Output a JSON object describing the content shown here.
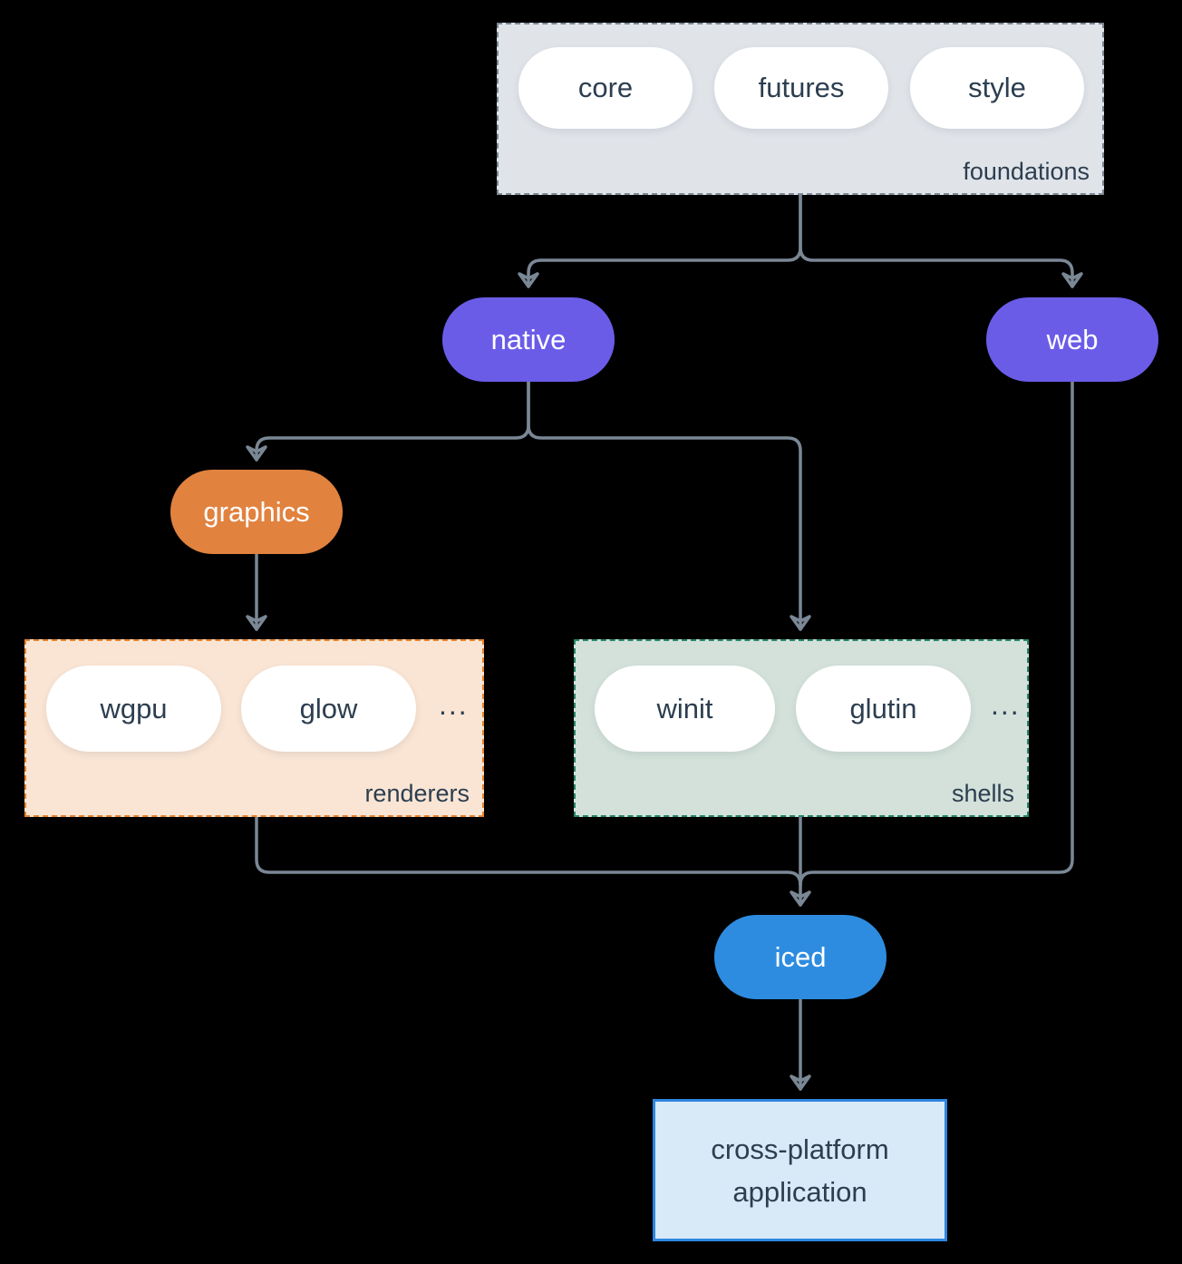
{
  "diagram": {
    "foundations": {
      "label": "foundations",
      "pills": [
        "core",
        "futures",
        "style"
      ]
    },
    "native": {
      "label": "native"
    },
    "web": {
      "label": "web"
    },
    "graphics": {
      "label": "graphics"
    },
    "renderers": {
      "label": "renderers",
      "pills": [
        "wgpu",
        "glow"
      ],
      "ellipsis": "..."
    },
    "shells": {
      "label": "shells",
      "pills": [
        "winit",
        "glutin"
      ],
      "ellipsis": "..."
    },
    "iced": {
      "label": "iced"
    },
    "application": {
      "line1": "cross-platform",
      "line2": "application"
    },
    "colors": {
      "background": "#000000",
      "arrow": "#7a8795",
      "foundations_fill": "#e0e4e9",
      "foundations_border": "#7b8794",
      "node_purple": "#6b5ce8",
      "node_orange": "#e1823f",
      "node_blue": "#2e8ce0",
      "renderers_fill": "#fae5d4",
      "renderers_border": "#e8832e",
      "shells_fill": "#d3e1da",
      "shells_border": "#27856d",
      "application_fill": "#d8e9f8",
      "application_border": "#2e86de",
      "pill_fill": "#ffffff",
      "text_dark": "#2c3e50",
      "text_light": "#ffffff"
    }
  }
}
